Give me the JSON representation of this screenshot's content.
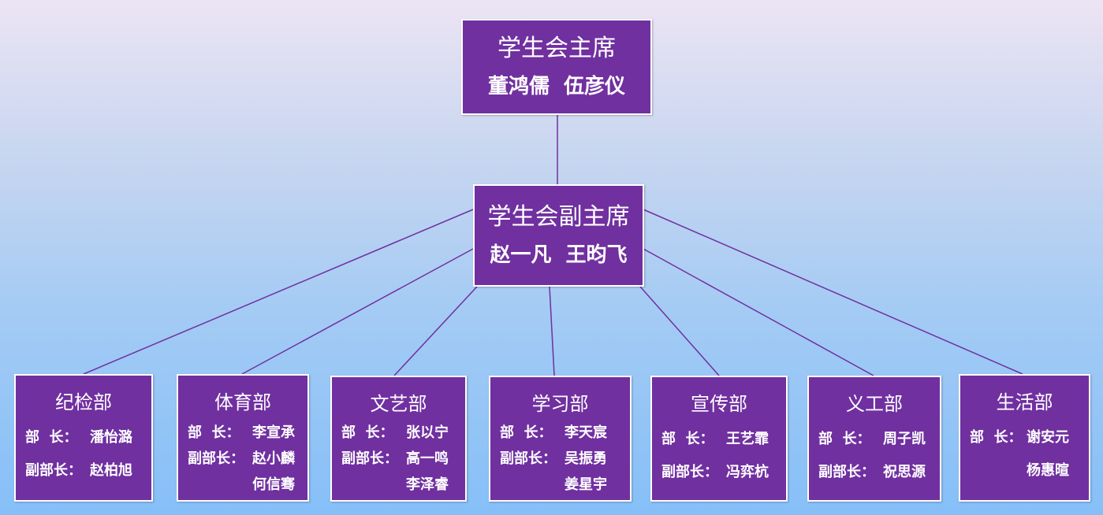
{
  "president": {
    "title": "学生会主席",
    "names": "董鸿儒  伍彦仪"
  },
  "vice_president": {
    "title": "学生会副主席",
    "names": "赵一凡  王昀飞"
  },
  "departments": [
    {
      "name": "纪检部",
      "head_label": "部  长：",
      "head": "潘怡潞",
      "deputy_label": "副部长：",
      "deputy": "赵柏旭"
    },
    {
      "name": "体育部",
      "head_label": "部  长：",
      "head": "李宣承",
      "deputy_label": "副部长：",
      "deputy": "赵小麟",
      "deputy2": "何信骞"
    },
    {
      "name": "文艺部",
      "head_label": "部  长：",
      "head": "张以宁",
      "deputy_label": "副部长：",
      "deputy": "高一鸣",
      "deputy2": "李泽睿"
    },
    {
      "name": "学习部",
      "head_label": "部  长：",
      "head": "李天宸",
      "deputy_label": "副部长：",
      "deputy": "吴振勇",
      "deputy2": "姜星宇"
    },
    {
      "name": "宣传部",
      "head_label": "部  长：",
      "head": "王艺霏",
      "deputy_label": "副部长：",
      "deputy": "冯弈杭"
    },
    {
      "name": "义工部",
      "head_label": "部  长：",
      "head": "周子凯",
      "deputy_label": "副部长：",
      "deputy": "祝思源"
    },
    {
      "name": "生活部",
      "head_label": "部  长：",
      "head": "谢安元",
      "head2": "杨惠暄"
    }
  ],
  "colors": {
    "box_fill": "#7030a0",
    "box_border": "#ffffff",
    "connector": "#7030a0"
  }
}
